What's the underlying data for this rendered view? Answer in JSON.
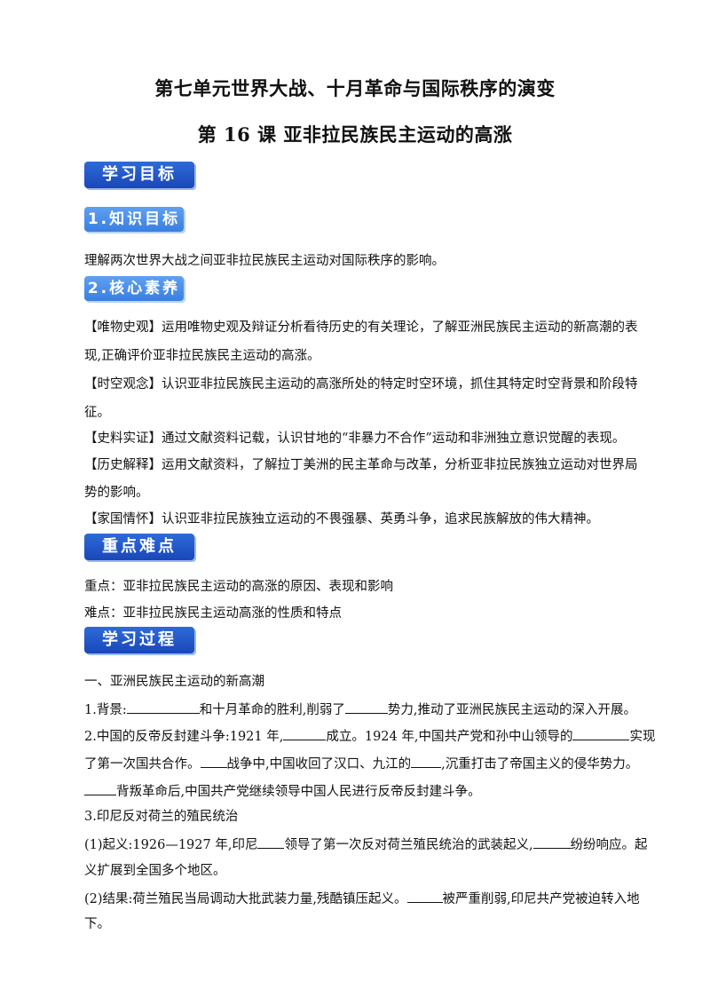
{
  "title_unit": "第七单元世界大战、十月革命与国际秩序的演变",
  "title_lesson": "第 16 课  亚非拉民族民主运动的高涨",
  "badges": {
    "goals": "学习目标",
    "knowledge": "1.知识目标",
    "core": "2.核心素养",
    "key_points": "重点难点",
    "process": "学习过程"
  },
  "knowledge_goal": "理解两次世界大战之间亚非拉民族民主运动对国际秩序的影响。",
  "core_literacy": [
    "【唯物史观】运用唯物史观及辩证分析看待历史的有关理论，了解亚洲民族民主运动的新高潮的表",
    "现,正确评价亚非拉民族民主运动的高涨。",
    "【时空观念】认识亚非拉民族民主运动的高涨所处的特定时空环境，抓住其特定时空背景和阶段特",
    "征。",
    "【史料实证】通过文献资料记载，认识甘地的“非暴力不合作”运动和非洲独立意识觉醒的表现。",
    "【历史解释】运用文献资料，了解拉丁美洲的民主革命与改革，分析亚非拉民族独立运动对世界局",
    "势的影响。",
    "【家国情怀】认识亚非拉民族独立运动的不畏强暴、英勇斗争，追求民族解放的伟大精神。"
  ],
  "key_point": "重点：亚非拉民族民主运动的高涨的原因、表现和影响",
  "difficult_point": " 难点：亚非拉民族民主运动高涨的性质和特点",
  "process": {
    "section1": "一、亚洲民族民主运动的新高潮",
    "l1_a": "1.背景:",
    "l1_b": "和十月革命的胜利,削弱了",
    "l1_c": "势力,推动了亚洲民族民主运动的深入开展。",
    "l2_a": "2.中国的反帝反封建斗争:1921 年,",
    "l2_b": "成立。1924 年,中国共产党和孙中山领导的",
    "l2_c": "实现",
    "l3_a": "了第一次国共合作。",
    "l3_b": "战争中,中国收回了汉口、九江的",
    "l3_c": ",沉重打击了帝国主义的侵华势力。",
    "l4_a": "背叛革命后,中国共产党继续领导中国人民进行反帝反封建斗争。",
    "l5": "3.印尼反对荷兰的殖民统治",
    "l6_a": "(1)起义:1926—1927 年,印尼",
    "l6_b": "领导了第一次反对荷兰殖民统治的武装起义,",
    "l6_c": "纷纷响应。起",
    "l7": "义扩展到全国多个地区。",
    "l8_a": "(2)结果:荷兰殖民当局调动大批武装力量,残酷镇压起义。",
    "l8_b": "被严重削弱,印尼共产党被迫转入地",
    "l9": "下。"
  }
}
